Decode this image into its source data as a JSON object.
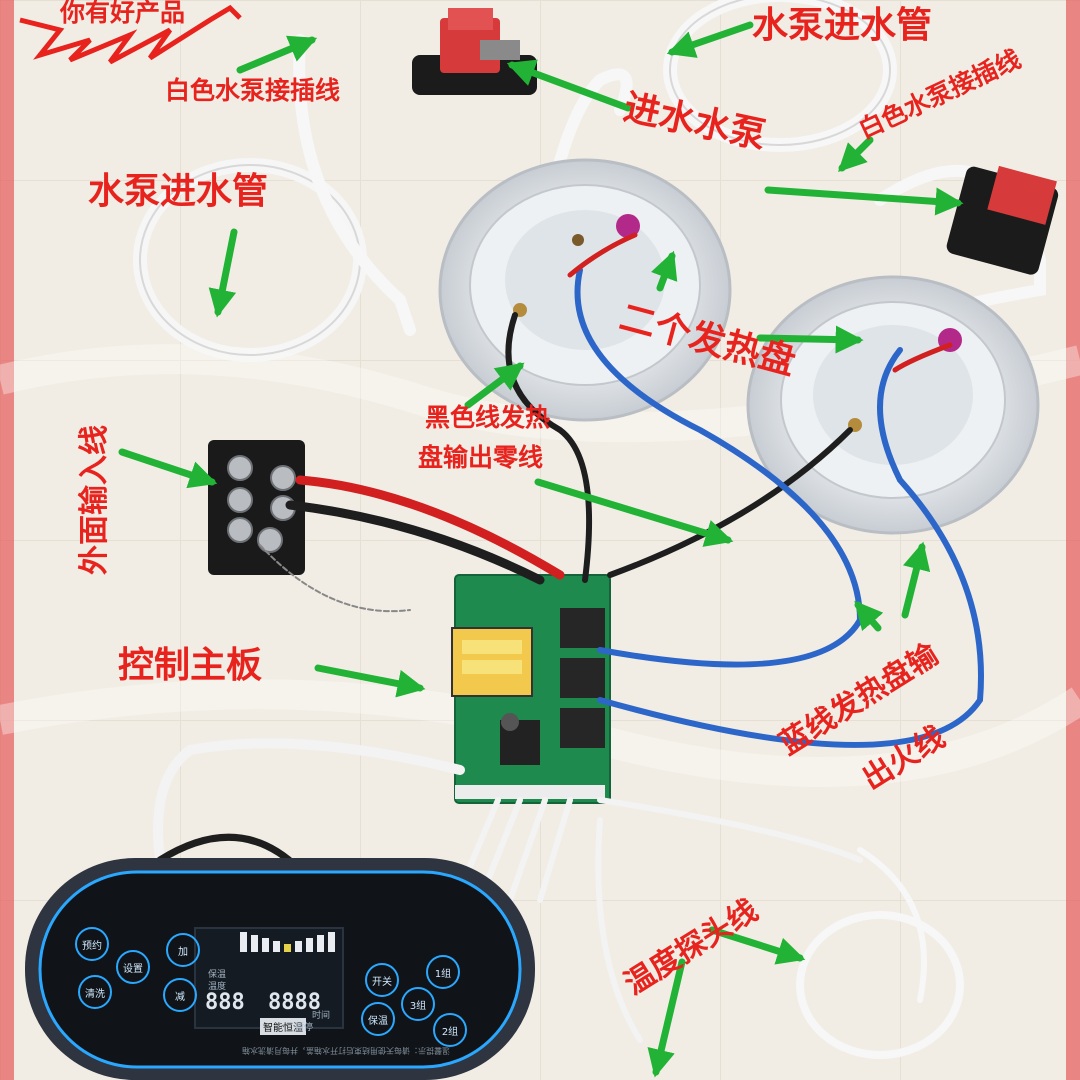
{
  "labels": {
    "white_pump_plug_left": "白色水泵接插线",
    "pump_inlet_pipe_top": "水泵进水管",
    "inlet_pump": "进水水泵",
    "white_pump_plug_right": "白色水泵接插线",
    "pump_inlet_pipe_left": "水泵进水管",
    "heating_plate": "二个发热盘",
    "black_wire_line1": "黑色线发热",
    "black_wire_line2": "盘输出零线",
    "external_input": "外面输入线",
    "control_board": "控制主板",
    "blue_wire_line1": "蓝线发热盘输",
    "blue_wire_line2": "出火线",
    "temp_probe": "温度探头线"
  },
  "panel": {
    "buttons": [
      "预约",
      "设置",
      "加",
      "清洗",
      "减",
      "开关",
      "1组",
      "3组",
      "保温",
      "2组"
    ],
    "display_left": "888",
    "display_right": "8888",
    "tags": [
      "保温",
      "温度",
      "暂停",
      "时间"
    ],
    "badge": "智能恒温",
    "footer": "温馨提示：请每天使用结束后打开水箱盖，并每月清洗水箱"
  },
  "colors": {
    "label_red": "#e8231e",
    "arrow_green": "#22b336",
    "pcb_green": "#1f8a4d",
    "wire_blue": "#2d66c9",
    "wire_red": "#d22020",
    "panel_glow": "#2aa8ff"
  }
}
